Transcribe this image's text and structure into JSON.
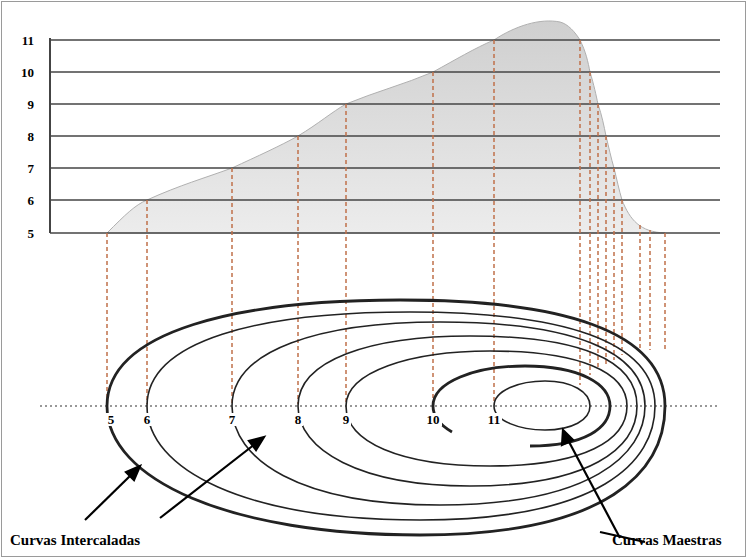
{
  "diagram": {
    "labels": [
      "11",
      "10",
      "9",
      "8",
      "7",
      "6",
      "5",
      "5",
      "6",
      "7",
      "8",
      "9",
      "10",
      "11",
      "Curvas Intercaladas",
      "Curvas Maestras"
    ]
  }
}
